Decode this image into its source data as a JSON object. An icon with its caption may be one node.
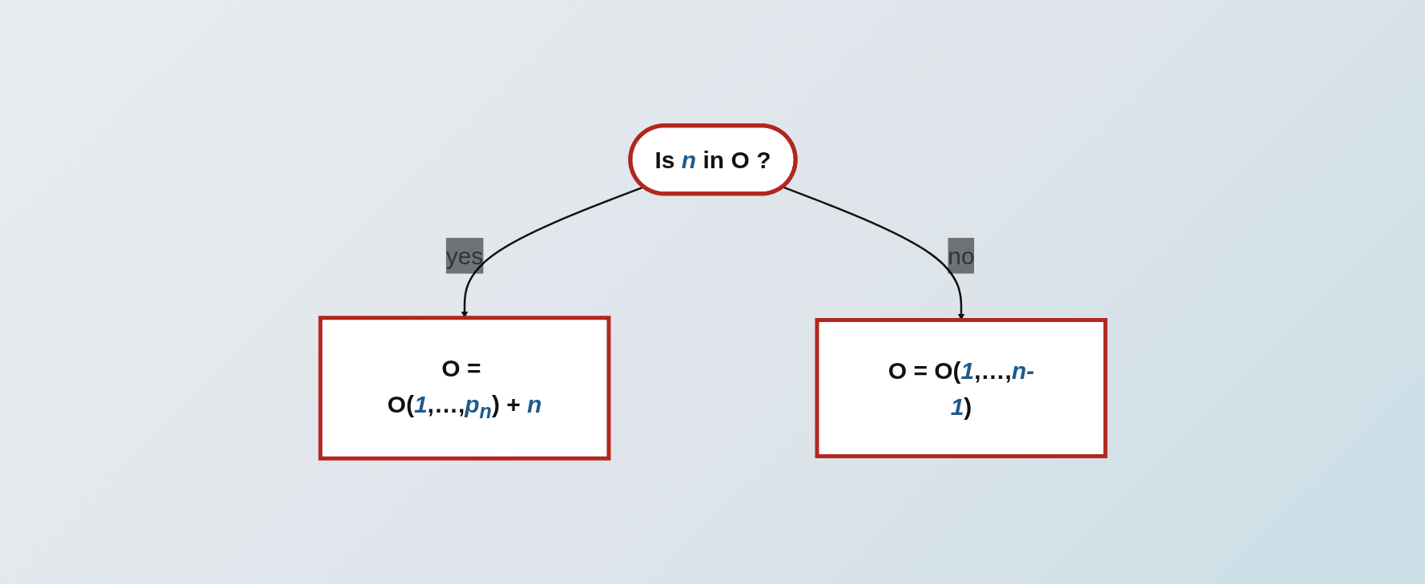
{
  "diagram": {
    "nodes": [
      {
        "text": [
          "Is *n* in O ?"
        ]
      },
      {
        "text": [
          "O = O(*1*,…,*p$_{n}$*) + *n*"
        ]
      },
      {
        "text": [
          "O = O(*1*,…,*n-1*)"
        ]
      }
    ],
    "edges": [
      {
        "from": 0,
        "to": 1,
        "arrow": "to",
        "label": "yes"
      },
      {
        "from": 0,
        "to": 2,
        "arrow": "to",
        "label": "no"
      }
    ]
  }
}
